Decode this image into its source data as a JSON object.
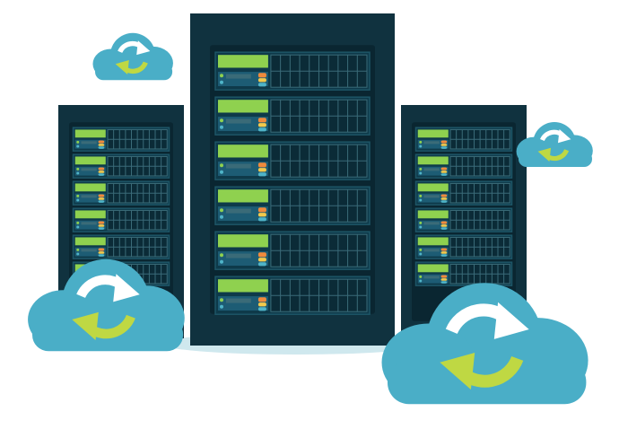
{
  "illustration": {
    "subject": [
      "server-rack",
      "server-rack",
      "server-rack",
      "cloud-sync-icon",
      "cloud-sync-icon",
      "cloud-sync-icon",
      "cloud-sync-icon"
    ]
  },
  "colors": {
    "rack_frame": "#10323f",
    "rack_inner": "#0a2631",
    "unit_body": "#0e3a4a",
    "unit_border": "#1d5566",
    "grid_cell": "#0b2b37",
    "grid_line": "#3a6b78",
    "screen_green": "#8fd14f",
    "panel_blue": "#1d5c74",
    "led_green": "#8fd14f",
    "led_teal": "#4fb4c8",
    "btn_orange": "#f08a3c",
    "btn_yellow": "#f2c94c",
    "btn_teal": "#4fb4c8",
    "cloud": "#4aaec7",
    "arrow_white": "#ffffff",
    "arrow_lime": "#bfd843",
    "shadow": "#cfe8ee"
  }
}
